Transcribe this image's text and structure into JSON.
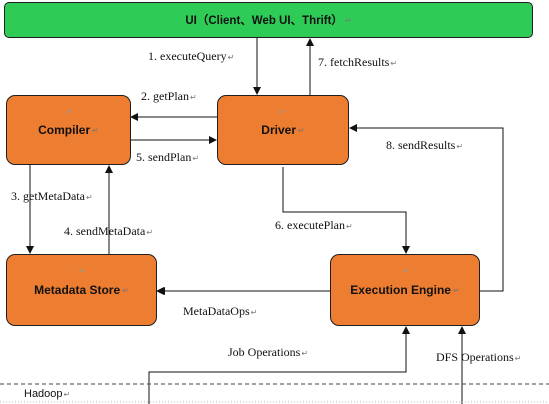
{
  "diagram": {
    "ui": "UI（Client、Web UI、Thrift）",
    "compiler": "Compiler",
    "driver": "Driver",
    "metastore": "Metadata Store",
    "engine": "Execution Engine",
    "hadoop": "Hadoop",
    "edges": {
      "execute_query": "1. executeQuery",
      "get_plan": "2. getPlan",
      "get_meta_data": "3. getMetaData",
      "send_meta_data": "4. sendMetaData",
      "send_plan": "5. sendPlan",
      "execute_plan": "6. executePlan",
      "fetch_results": "7. fetchResults",
      "send_results": "8. sendResults",
      "meta_data_ops": "MetaDataOps",
      "job_operations": "Job Operations",
      "dfs_operations": "DFS Operations"
    }
  },
  "colors": {
    "box_fill": "#ed7d31",
    "ui_fill": "#2ecc56",
    "stroke": "#1f1f1f"
  }
}
